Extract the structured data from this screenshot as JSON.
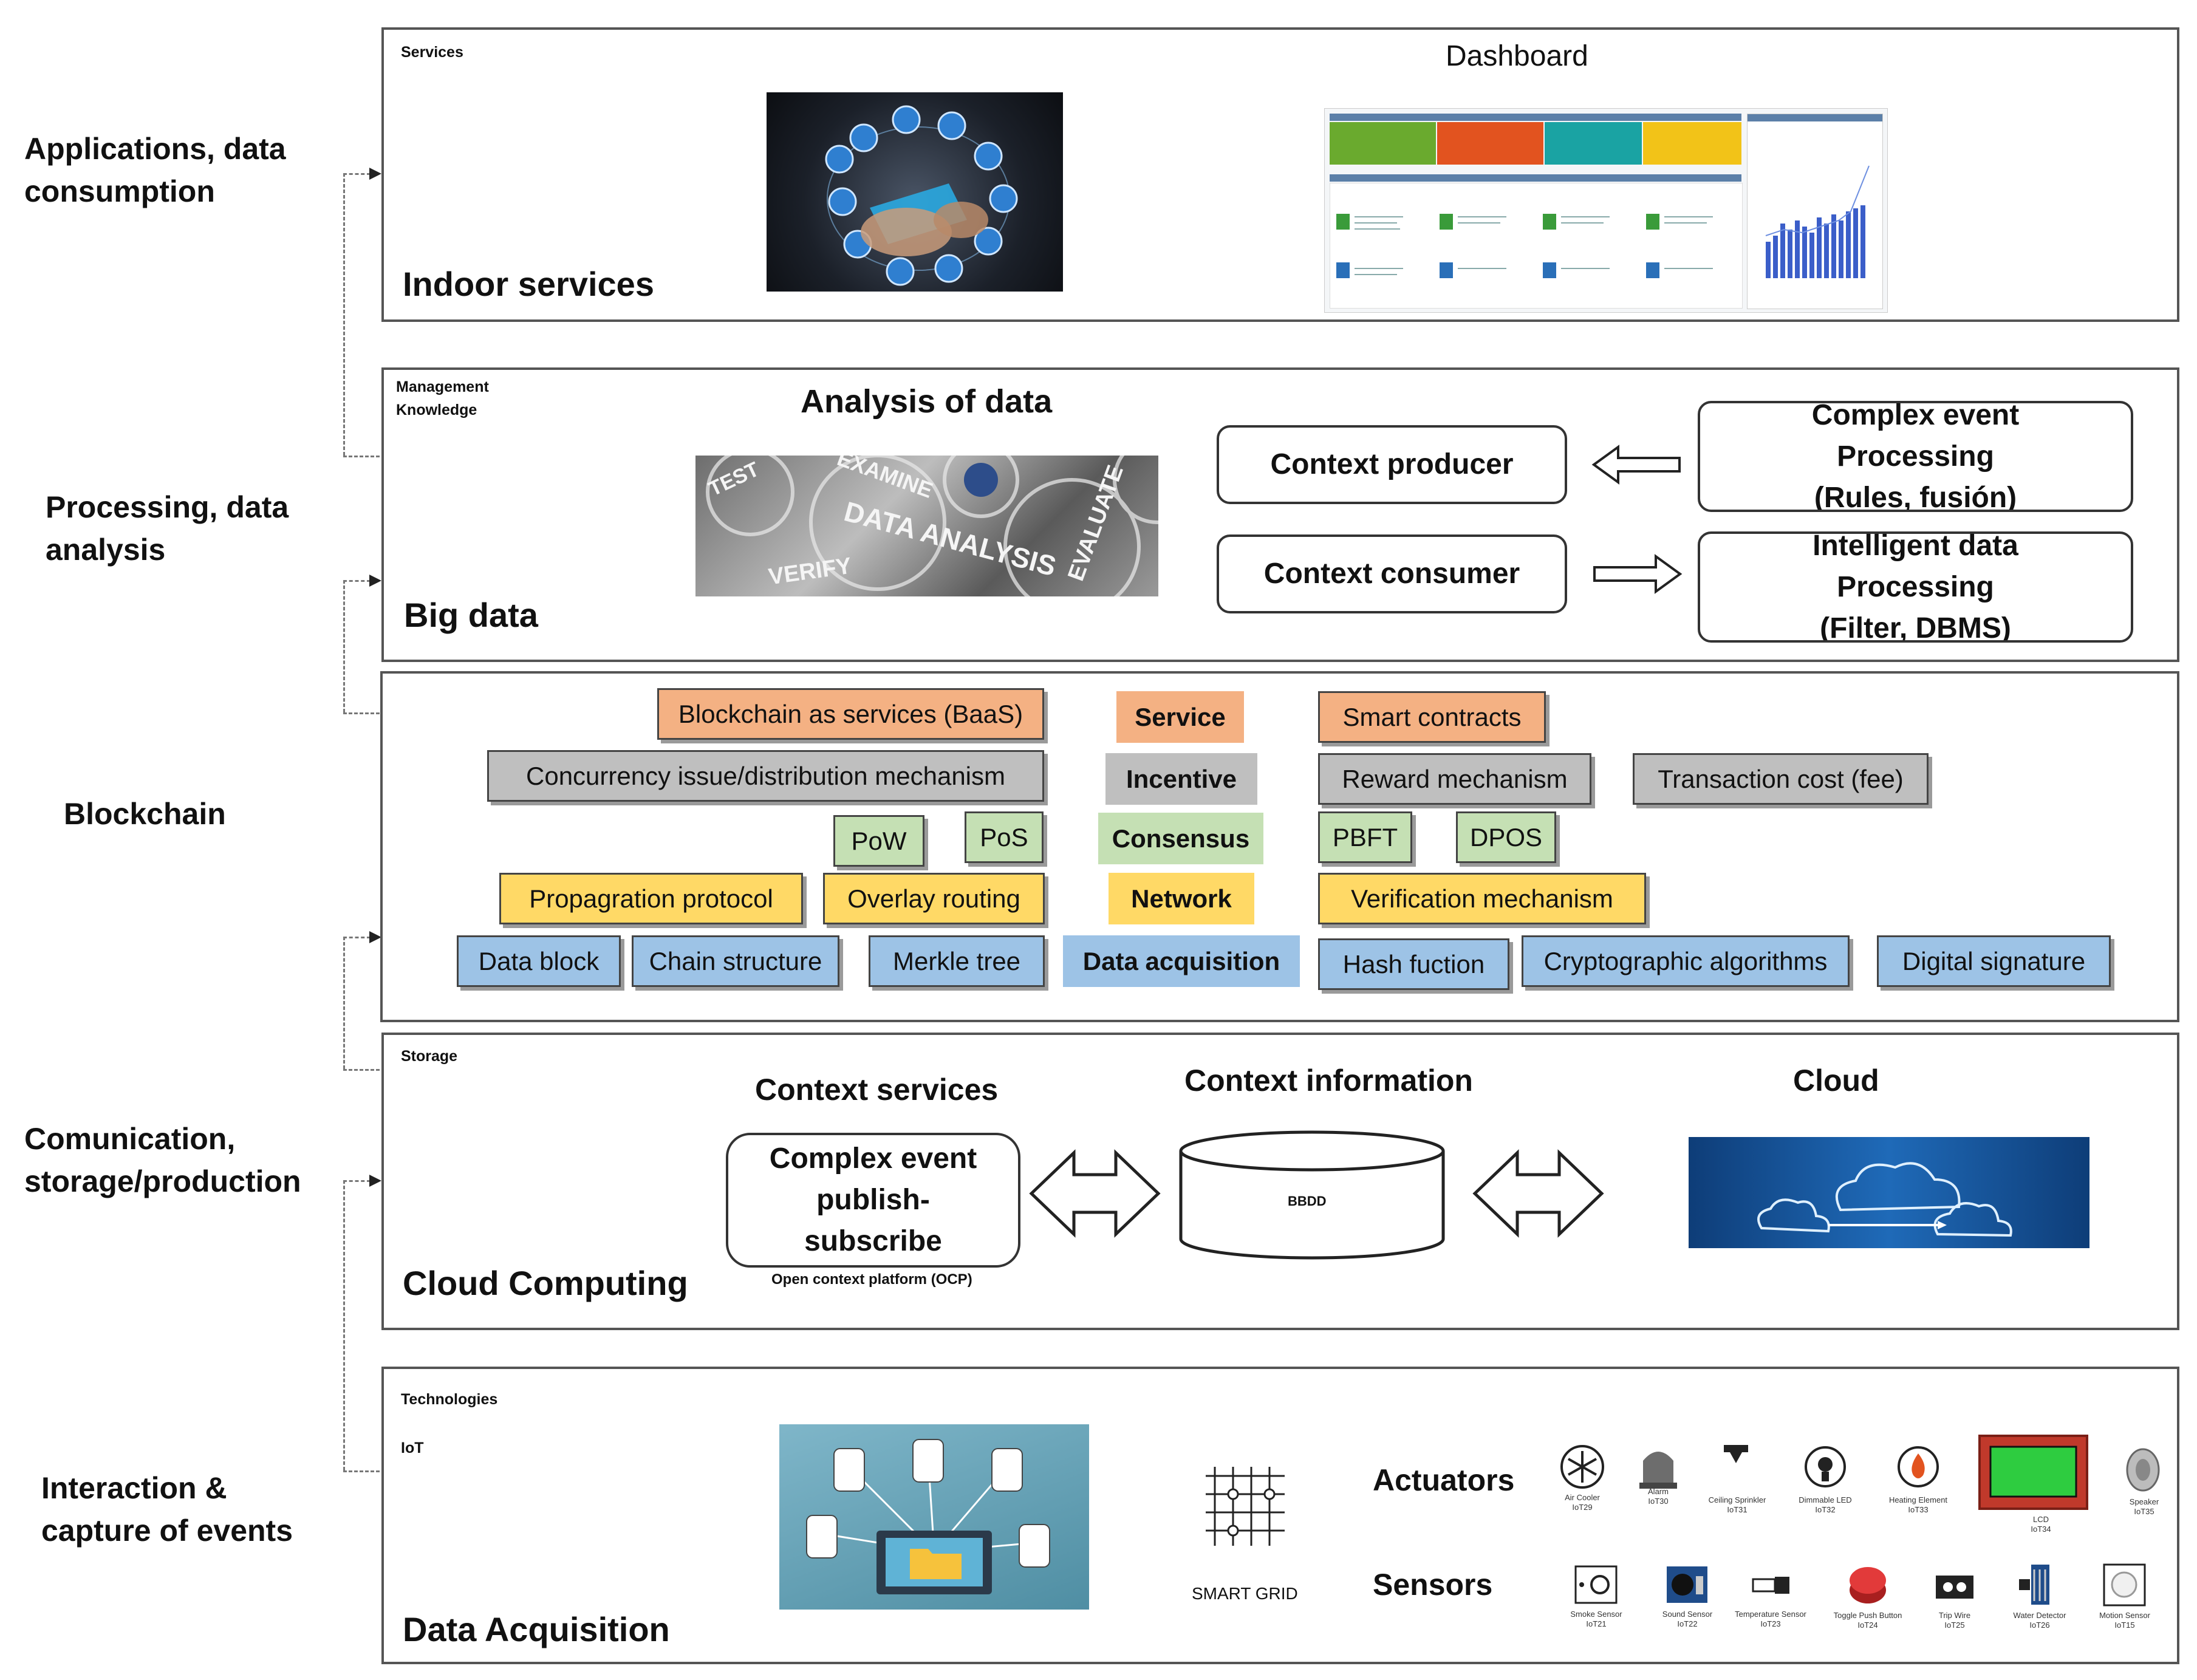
{
  "side_labels": {
    "apps": "Applications, data\nconsumption",
    "processing": "Processing, data\nanalysis",
    "blockchain": "Blockchain",
    "communication": "Comunication,\nstorage/production",
    "interaction": "Interaction &\ncapture of events"
  },
  "services": {
    "tag": "Services",
    "title": "Indoor services",
    "dashboard_heading": "Dashboard"
  },
  "bigdata": {
    "tag": "Management\nKnowledge",
    "title": "Big data",
    "heading": "Analysis of data",
    "image_words": [
      "TEST",
      "EXAMINE",
      "DATA ANALYSIS",
      "VERIFY",
      "EVALUATE"
    ],
    "context_producer": "Context producer",
    "context_consumer": "Context consumer",
    "cep": "Complex event\nProcessing\n(Rules, fusión)",
    "idp": "Intelligent data\nProcessing\n(Filter, DBMS)"
  },
  "blockchain": {
    "baas": "Blockchain as services (BaaS)",
    "service": "Service",
    "smart_contracts": "Smart contracts",
    "concurrency": "Concurrency issue/distribution mechanism",
    "incentive": "Incentive",
    "reward": "Reward mechanism",
    "transaction": "Transaction cost (fee)",
    "pow": "PoW",
    "pos": "PoS",
    "consensus": "Consensus",
    "pbft": "PBFT",
    "dpos": "DPOS",
    "propagation": "Propagration protocol",
    "overlay": "Overlay routing",
    "network": "Network",
    "verification": "Verification mechanism",
    "data_block": "Data block",
    "chain_structure": "Chain structure",
    "merkle": "Merkle tree",
    "data_acquisition": "Data acquisition",
    "hash": "Hash fuction",
    "crypto": "Cryptographic algorithms",
    "signature": "Digital signature"
  },
  "cloud": {
    "tag": "Storage",
    "title": "Cloud Computing",
    "context_services": "Context services",
    "context_information": "Context information",
    "cloud_heading": "Cloud",
    "cep_box": "Complex event\npublish-\nsubscribe",
    "ocp": "Open context platform (OCP)",
    "db_label": "BBDD"
  },
  "acquisition": {
    "tag": "Technologies",
    "iot": "IoT",
    "title": "Data Acquisition",
    "smart_grid": "SMART GRID",
    "actuators": "Actuators",
    "sensors": "Sensors",
    "actuator_items": [
      "Air Cooler\nIoT29",
      "Alarm\nIoT30",
      "Ceiling Sprinkler\nIoT31",
      "Dimmable LED\nIoT32",
      "Heating Element\nIoT33",
      "LCD\nIoT34",
      "Speaker\nIoT35"
    ],
    "sensor_items": [
      "Smoke Sensor\nIoT21",
      "Sound Sensor\nIoT22",
      "Temperature Sensor\nIoT23",
      "Toggle Push Button\nIoT24",
      "Trip Wire\nIoT25",
      "Water Detector\nIoT26",
      "Motion Sensor\nIoT15"
    ]
  }
}
